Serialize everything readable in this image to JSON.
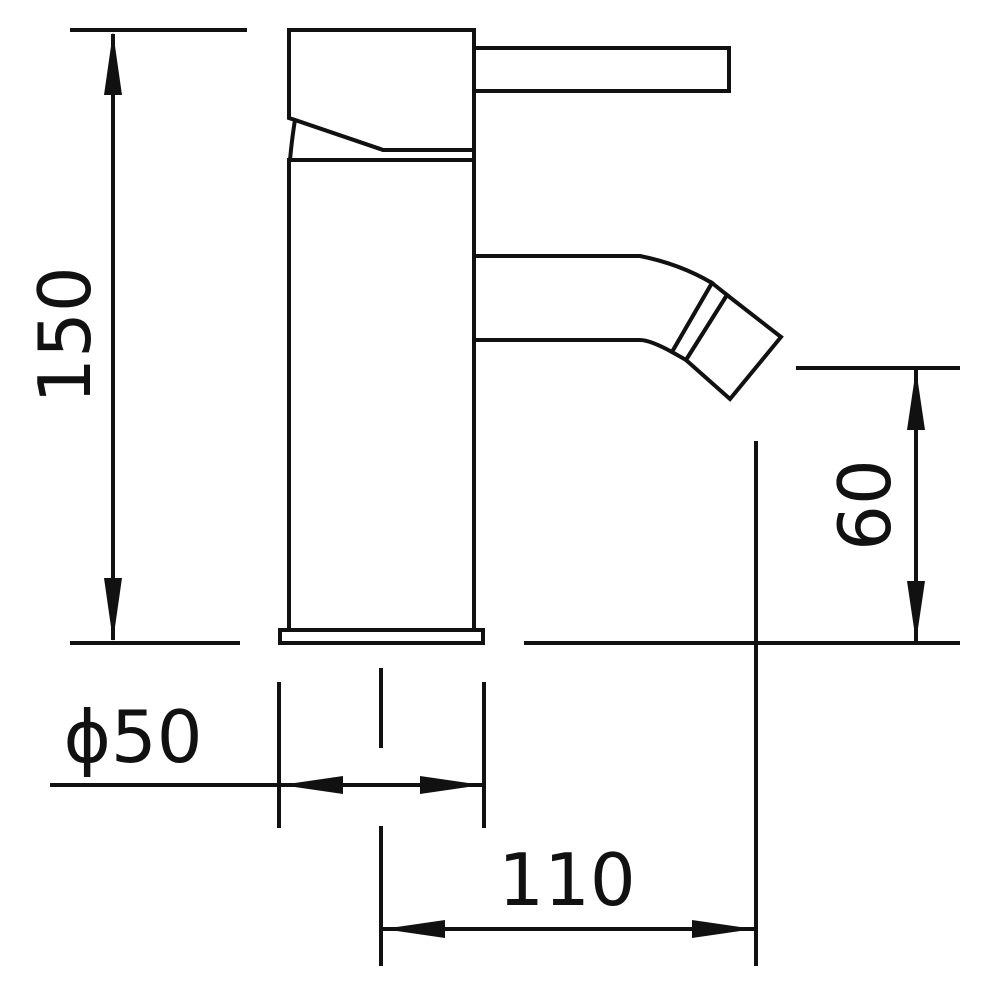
{
  "drawing": {
    "subject": "faucet-side-profile",
    "line_color": "#111111",
    "background": "#ffffff"
  },
  "dimensions": {
    "total_height": "150",
    "spout_height": "60",
    "base_diameter": "ϕ50",
    "spout_reach": "110"
  }
}
